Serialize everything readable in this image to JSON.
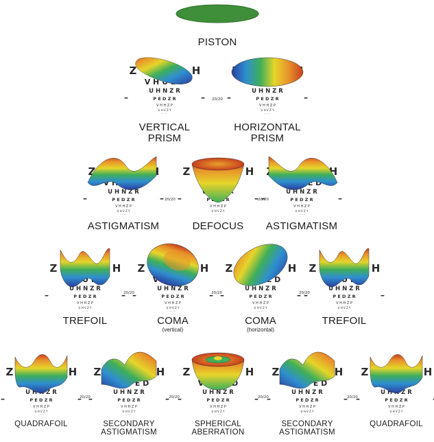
{
  "rows": [
    {
      "label_style": "big",
      "items": [
        {
          "id": "piston",
          "lines": [
            "PISTON"
          ]
        }
      ]
    },
    {
      "label_style": "big",
      "items": [
        {
          "id": "vertical-prism",
          "lines": [
            "VERTICAL",
            "PRISM"
          ]
        },
        {
          "id": "horizontal-prism",
          "lines": [
            "HORIZONTAL",
            "PRISM"
          ]
        }
      ]
    },
    {
      "label_style": "big",
      "items": [
        {
          "id": "astigmatism-1",
          "lines": [
            "ASTIGMATISM"
          ]
        },
        {
          "id": "defocus",
          "lines": [
            "DEFOCUS"
          ]
        },
        {
          "id": "astigmatism-2",
          "lines": [
            "ASTIGMATISM"
          ]
        }
      ]
    },
    {
      "label_style": "big",
      "items": [
        {
          "id": "trefoil-1",
          "lines": [
            "TREFOIL"
          ]
        },
        {
          "id": "coma-vertical",
          "lines": [
            "COMA"
          ],
          "sub": "(vertical)"
        },
        {
          "id": "coma-horizontal",
          "lines": [
            "COMA"
          ],
          "sub": "(horizontal)"
        },
        {
          "id": "trefoil-2",
          "lines": [
            "TREFOIL"
          ]
        }
      ]
    },
    {
      "label_style": "small",
      "items": [
        {
          "id": "quadrafoil-1",
          "lines": [
            "QUADRAFOIL"
          ]
        },
        {
          "id": "secondary-astigmatism-1",
          "lines": [
            "SECONDARY",
            "ASTIGMATISM"
          ]
        },
        {
          "id": "spherical-aberration",
          "lines": [
            "SPHERICAL",
            "ABERRATION"
          ]
        },
        {
          "id": "secondary-astigmatism-2",
          "lines": [
            "SECONDARY",
            "ASTIGMATISM"
          ]
        },
        {
          "id": "quadrafoil-2",
          "lines": [
            "QUADRAFOIL"
          ]
        }
      ]
    }
  ],
  "eye_chart": {
    "line1": [
      "Z",
      "H"
    ],
    "line2": "VHUED",
    "line3": "UHNZR",
    "line4": "PEDZR",
    "line5": "VHHZP",
    "line6": "UHVZY",
    "fraction": "20/20"
  },
  "colors": {
    "piston_green": "#3f8f3a",
    "chart_ink": "#2b2b2b",
    "label_ink": "#1a1a1a",
    "surface_ramp": [
      "#2a3f9e",
      "#2f8fcf",
      "#3fae5a",
      "#e6d52a",
      "#e8912a",
      "#c8401e"
    ]
  }
}
